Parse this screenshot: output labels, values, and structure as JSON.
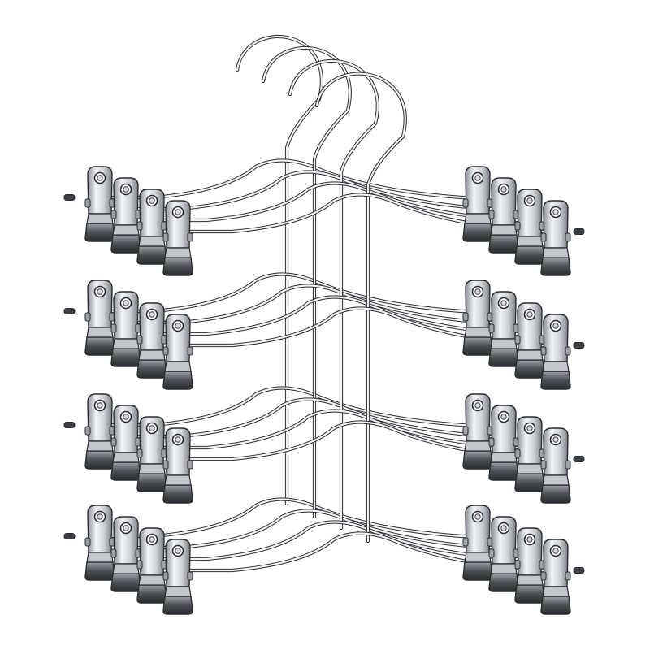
{
  "image": {
    "subject": "hanger-set",
    "hanger_count": 4,
    "tiers_per_hanger": 4,
    "clips_per_bar": 2,
    "icon": "clip-hanger-icon",
    "colors": {
      "background": "#ffffff",
      "metal_light": "#f2f3f5",
      "metal_mid": "#b9bdc3",
      "metal_dark": "#3c3f44",
      "outline": "#2a2c30"
    }
  }
}
